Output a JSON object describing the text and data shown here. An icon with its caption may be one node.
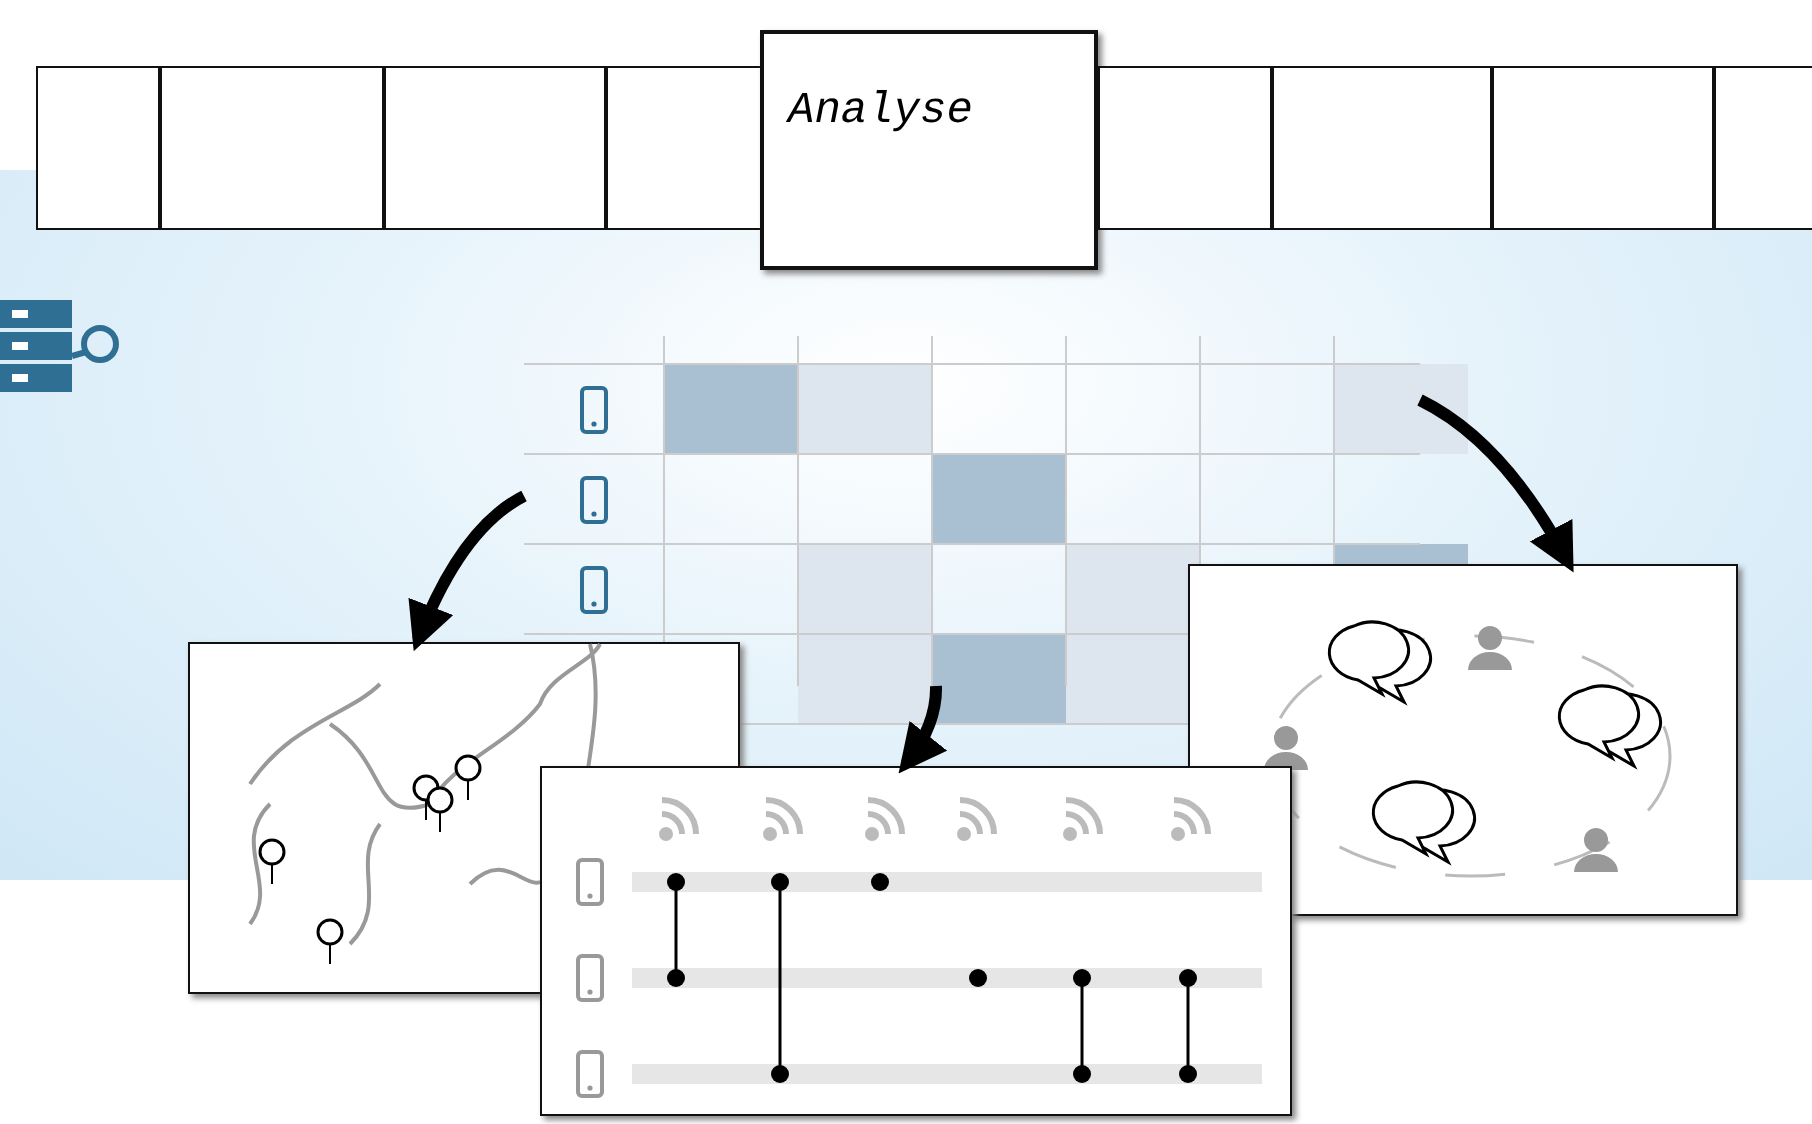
{
  "diagram": {
    "nodes": [
      {
        "text": [],
        "shape": "box"
      },
      {
        "text": [],
        "shape": "box"
      },
      {
        "text": [],
        "shape": "box"
      },
      {
        "text": [],
        "shape": "box"
      },
      {
        "text": [
          "Analyse"
        ]
      },
      {
        "text": [],
        "shape": "box"
      },
      {
        "text": [],
        "shape": "box"
      },
      {
        "text": [],
        "shape": "box"
      },
      {
        "text": [],
        "shape": "box"
      },
      {
        "text": [],
        "shape": "picture"
      },
      {
        "text": [],
        "shape": "picture"
      },
      {
        "text": [],
        "shape": "picture"
      },
      {
        "text": [],
        "shape": "picture"
      }
    ],
    "edges": [
      {
        "from": 9,
        "to": 10,
        "arrow": "to"
      },
      {
        "from": 9,
        "to": 11,
        "arrow": "to"
      },
      {
        "from": 9,
        "to": 12,
        "arrow": "to"
      }
    ]
  }
}
